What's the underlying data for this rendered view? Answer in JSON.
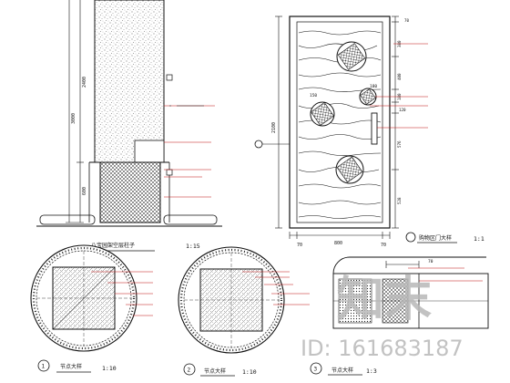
{
  "drawing": {
    "column_elevation": {
      "title": "八宝园架空层柱子",
      "scale": "1:15",
      "dim_upper": "2400",
      "dim_total": "3000",
      "dim_lower": "600"
    },
    "door_detail": {
      "title": "购物区门大样",
      "scale": "1:1",
      "dim_height": "2100",
      "dim_width": "800",
      "dim_left": "70",
      "dim_right": "70",
      "dims_right": [
        "70",
        "380",
        "400",
        "180",
        "120",
        "576",
        "528"
      ],
      "dims_circle": [
        "180",
        "150"
      ]
    },
    "node_a": {
      "title": "节点大样",
      "scale": "1:10",
      "number": "1"
    },
    "node_b": {
      "title": "节点大样",
      "scale": "1:10",
      "number": "2"
    },
    "node_c": {
      "title": "节点大样",
      "scale": "1:3",
      "number": "3"
    },
    "partial_dim": "70"
  },
  "watermark": {
    "logo_text": "知末",
    "id_text": "ID: 161683187"
  }
}
